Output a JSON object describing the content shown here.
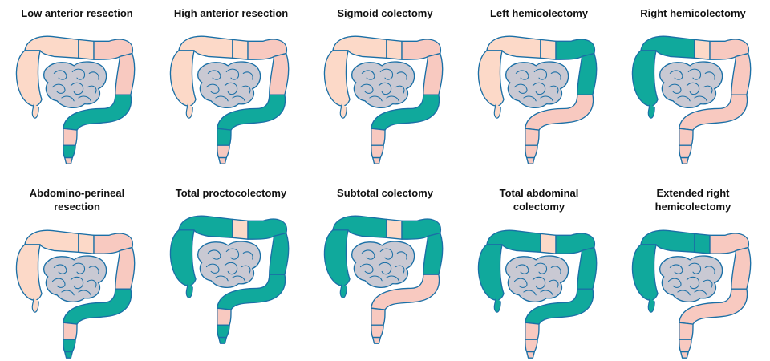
{
  "colors": {
    "resected": "#10a99c",
    "colon_light": "#fcd9c8",
    "colon_pink": "#f8c9c0",
    "small_bowel_fill": "#c9c9d3",
    "outline": "#1a6fa6",
    "caption": "#111111"
  },
  "panels": [
    {
      "caption": "Low anterior resection",
      "resected": [
        "sigmoid",
        "rectum"
      ]
    },
    {
      "caption": "High anterior resection",
      "resected": [
        "sigmoid",
        "upper_rectum"
      ]
    },
    {
      "caption": "Sigmoid colectomy",
      "resected": [
        "sigmoid"
      ]
    },
    {
      "caption": "Left hemicolectomy",
      "resected": [
        "transverse_left",
        "descending"
      ]
    },
    {
      "caption": "Right hemicolectomy",
      "resected": [
        "ascending",
        "transverse_right"
      ]
    },
    {
      "caption": "Abdomino-perineal\nresection",
      "resected": [
        "sigmoid",
        "rectum",
        "anus"
      ]
    },
    {
      "caption": "Total proctocolectomy",
      "resected": [
        "ascending",
        "transverse_right",
        "transverse_left",
        "descending",
        "sigmoid",
        "rectum",
        "anus"
      ]
    },
    {
      "caption": "Subtotal colectomy",
      "resected": [
        "ascending",
        "transverse_right",
        "transverse_left",
        "descending"
      ]
    },
    {
      "caption": "Total abdominal\ncolectomy",
      "resected": [
        "ascending",
        "transverse_right",
        "transverse_left",
        "descending",
        "sigmoid"
      ]
    },
    {
      "caption": "Extended right\nhemicolectomy",
      "resected": [
        "ascending",
        "transverse_right",
        "transverse_mid"
      ]
    }
  ]
}
